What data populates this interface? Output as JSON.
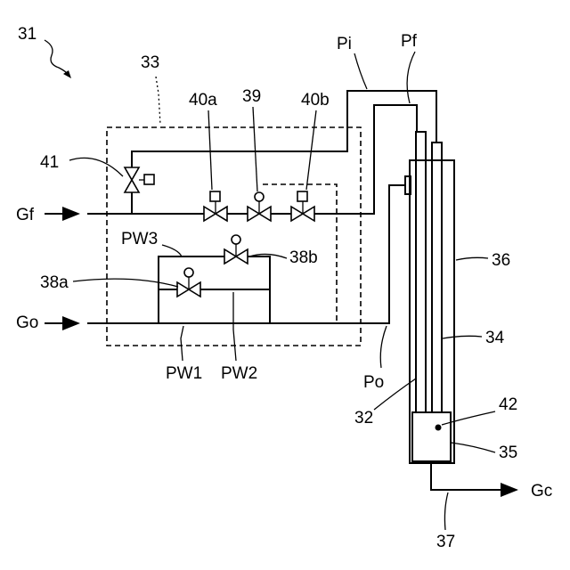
{
  "labels": {
    "fig_ref": "31",
    "box": "33",
    "valve_40a": "40a",
    "valve_39": "39",
    "valve_40b": "40b",
    "valve_41": "41",
    "valve_38a": "38a",
    "valve_38b": "38b",
    "pw1": "PW1",
    "pw2": "PW2",
    "pw3": "PW3",
    "gf": "Gf",
    "go": "Go",
    "gc": "Gc",
    "pi": "Pi",
    "pf": "Pf",
    "po": "Po",
    "n32": "32",
    "n34": "34",
    "n35": "35",
    "n36": "36",
    "n37": "37",
    "n42": "42"
  }
}
